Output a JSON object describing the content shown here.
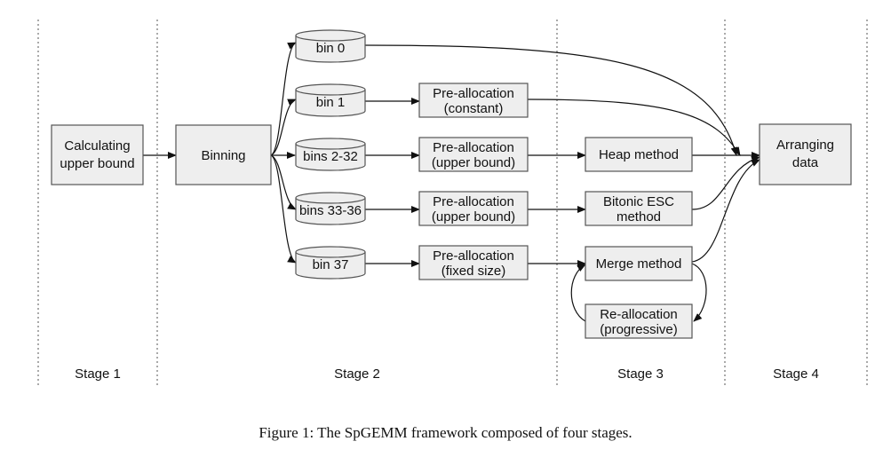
{
  "stages": {
    "stage1": "Stage 1",
    "stage2": "Stage 2",
    "stage3": "Stage 3",
    "stage4": "Stage 4"
  },
  "nodes": {
    "calc": [
      "Calculating",
      "upper bound"
    ],
    "binning": [
      "Binning"
    ],
    "bin0": [
      "bin 0"
    ],
    "bin1": [
      "bin 1"
    ],
    "bins2_32": [
      "bins 2-32"
    ],
    "bins33_36": [
      "bins 33-36"
    ],
    "bin37": [
      "bin 37"
    ],
    "prealloc_const": [
      "Pre-allocation",
      "(constant)"
    ],
    "prealloc_ub1": [
      "Pre-allocation",
      "(upper bound)"
    ],
    "prealloc_ub2": [
      "Pre-allocation",
      "(upper bound)"
    ],
    "prealloc_fixed": [
      "Pre-allocation",
      "(fixed size)"
    ],
    "heap": [
      "Heap method"
    ],
    "bitonic": [
      "Bitonic ESC",
      "method"
    ],
    "merge": [
      "Merge method"
    ],
    "realloc": [
      "Re-allocation",
      "(progressive)"
    ],
    "arrange": [
      "Arranging",
      "data"
    ]
  },
  "caption": "Figure 1: The SpGEMM framework composed of four stages."
}
